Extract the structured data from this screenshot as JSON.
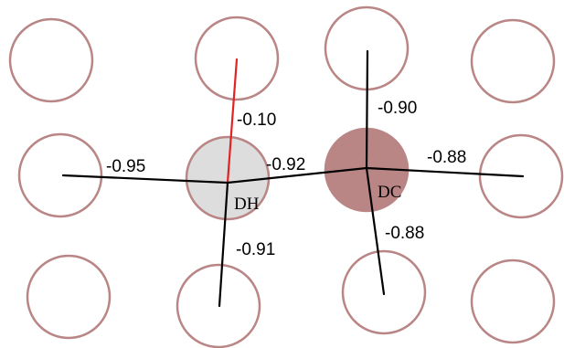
{
  "nodes": {
    "dh": {
      "label": "DH",
      "fill": "#dddddd",
      "stroke": "#b98585"
    },
    "dc": {
      "label": "DC",
      "fill": "#b98585",
      "stroke": "#b98585"
    }
  },
  "ring_color": "#b98585",
  "edges": {
    "dh_up": {
      "value": "-0.10",
      "color": "#e02424"
    },
    "dh_left": {
      "value": "-0.95",
      "color": "#000000"
    },
    "dh_dc": {
      "value": "-0.92",
      "color": "#000000"
    },
    "dh_down": {
      "value": "-0.91",
      "color": "#000000"
    },
    "dc_up": {
      "value": "-0.90",
      "color": "#000000"
    },
    "dc_right": {
      "value": "-0.88",
      "color": "#000000"
    },
    "dc_down": {
      "value": "-0.88",
      "color": "#000000"
    }
  }
}
